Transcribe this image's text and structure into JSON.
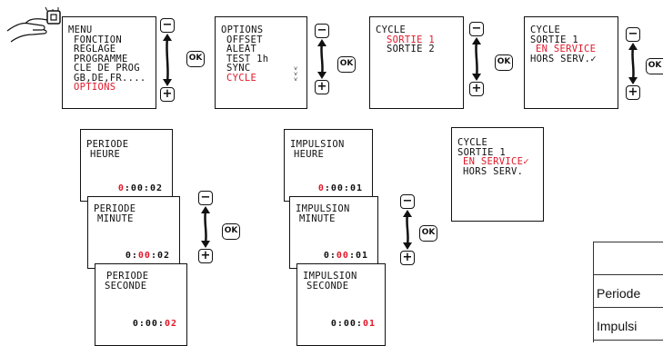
{
  "screens": {
    "menu": [
      "MENU",
      "FONCTION",
      "REGLAGE",
      "PROGRAMME",
      "CLE DE PROG",
      "GB,DE,FR....",
      "OPTIONS"
    ],
    "options": [
      "OPTIONS",
      "OFFSET",
      "ALEAT",
      "TEST 1h",
      "SYNC",
      "CYCLE"
    ],
    "cycle1": [
      "CYCLE",
      "SORTIE 1",
      "SORTIE 2"
    ],
    "cycle2": [
      "CYCLE",
      "SORTIE 1",
      "EN SERVICE",
      "HORS SERV.✓"
    ],
    "cycle3": [
      "CYCLE",
      "SORTIE 1",
      "EN SERVICE✓",
      "HORS SERV."
    ],
    "periode_heure": [
      "PERIODE",
      "HEURE"
    ],
    "periode_minute": [
      "PERIODE",
      "MINUTE"
    ],
    "periode_seconde": [
      "PERIODE",
      "SECONDE"
    ],
    "impulsion_heure": [
      "IMPULSION",
      "HEURE"
    ],
    "impulsion_minute": [
      "IMPULSION",
      "MINUTE"
    ],
    "impulsion_seconde": [
      "IMPULSION",
      "SECONDE"
    ]
  },
  "counters": {
    "periode_heure": [
      "0",
      ":00:02"
    ],
    "periode_minute": [
      "0:",
      "00",
      ":02"
    ],
    "periode_seconde": [
      "0:00:",
      "02"
    ],
    "impulsion_heure": [
      "0",
      ":00:01"
    ],
    "impulsion_minute": [
      "0:",
      "00",
      ":01"
    ],
    "impulsion_seconde": [
      "0:00:",
      "01"
    ]
  },
  "keys": {
    "minus": "−",
    "plus": "+",
    "ok": "OK"
  },
  "table": {
    "rows": [
      "Periode",
      "Impulsi"
    ]
  },
  "scroll_hint": "˅˅˅",
  "colors": {
    "highlight": "#e0192a",
    "ink": "#111111"
  }
}
